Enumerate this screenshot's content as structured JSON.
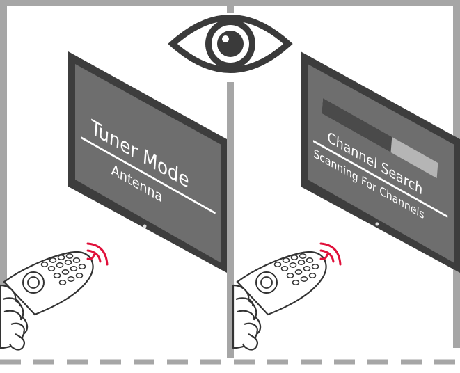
{
  "panels": [
    {
      "screen_title": "Tuner Mode",
      "screen_subtitle": "Antenna",
      "has_progress_bar": false
    },
    {
      "screen_title": "Channel Search",
      "screen_subtitle": "Scanning For Channels",
      "has_progress_bar": true,
      "progress": 0.6
    }
  ],
  "icons": {
    "top": "eye-icon",
    "remote": "remote-control-icon",
    "signal": "signal-waves-icon"
  },
  "colors": {
    "frame": "#a6a6a6",
    "tv_bezel": "#3d3d3d",
    "tv_screen": "#6e6e6e",
    "screen_text": "#ffffff",
    "progress_filled": "#4a4a4a",
    "progress_empty": "#b5b5b5",
    "signal": "#e0103a",
    "eye": "#3a3a3a",
    "remote_outline": "#333333"
  }
}
